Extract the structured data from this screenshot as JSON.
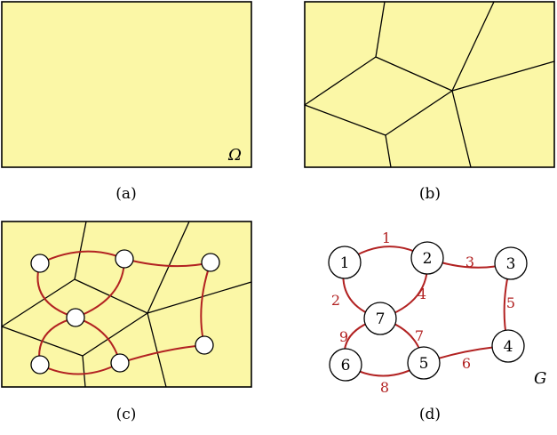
{
  "captions": {
    "a": "(a)",
    "b": "(b)",
    "c": "(c)",
    "d": "(d)"
  },
  "domain_label": "Ω",
  "graph_label": "G",
  "nodes": [
    {
      "id": "1",
      "label": "1"
    },
    {
      "id": "2",
      "label": "2"
    },
    {
      "id": "3",
      "label": "3"
    },
    {
      "id": "4",
      "label": "4"
    },
    {
      "id": "5",
      "label": "5"
    },
    {
      "id": "6",
      "label": "6"
    },
    {
      "id": "7",
      "label": "7"
    }
  ],
  "edges": [
    {
      "from": "1",
      "to": "2",
      "label": "1"
    },
    {
      "from": "1",
      "to": "7",
      "label": "2"
    },
    {
      "from": "2",
      "to": "3",
      "label": "3"
    },
    {
      "from": "2",
      "to": "7",
      "label": "4"
    },
    {
      "from": "3",
      "to": "4",
      "label": "5"
    },
    {
      "from": "5",
      "to": "4",
      "label": "6"
    },
    {
      "from": "7",
      "to": "5",
      "label": "7"
    },
    {
      "from": "6",
      "to": "5",
      "label": "8"
    },
    {
      "from": "7",
      "to": "6",
      "label": "9"
    }
  ],
  "colors": {
    "fill": "#fbf7a6",
    "edge": "#b22222"
  }
}
